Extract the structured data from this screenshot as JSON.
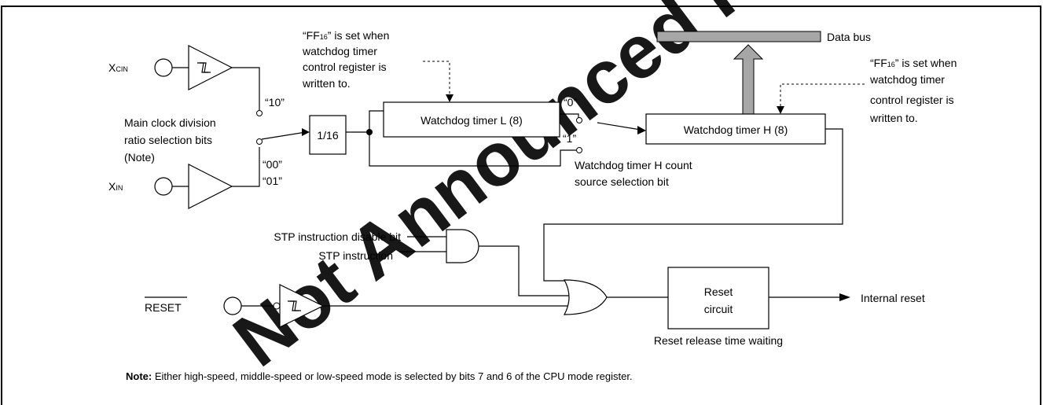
{
  "labels": {
    "xcin_main": "X",
    "xcin_sub": "CIN",
    "xin_main": "X",
    "xin_sub": "IN",
    "ff16_note_left": {
      "pre": "“FF",
      "sub": "16",
      "post": "” is set when",
      "line2": "watchdog timer",
      "line3": "control register is",
      "line4": "written to."
    },
    "ff16_note_right": {
      "pre": "“FF",
      "sub": "16",
      "post": "” is set when",
      "line2": "watchdog timer",
      "line3": "control register is",
      "line4": "written to."
    },
    "data_bus": "Data bus",
    "sel_10": "“10”",
    "sel_00": "“00”",
    "sel_01": "“01”",
    "sel_0": "“0”",
    "sel_1": "“1”",
    "main_clock_1": "Main clock division",
    "main_clock_2": "ratio selection bits",
    "main_clock_3": "(Note)",
    "divider": "1/16",
    "wdt_l": "Watchdog timer L (8)",
    "wdt_h": "Watchdog timer H (8)",
    "wdt_h_src_1": "Watchdog timer H count",
    "wdt_h_src_2": "source selection bit",
    "stp_disable": "STP instruction disable bit",
    "stp_instr": "STP instruction",
    "reset_pin": "RESET",
    "reset_circuit_1": "Reset",
    "reset_circuit_2": "circuit",
    "internal_reset": "Internal reset",
    "reset_wait": "Reset release time waiting",
    "note_bold": "Note:",
    "note_text": " Either high-speed, middle-speed or low-speed mode is selected by bits 7 and 6 of the CPU mode register.",
    "watermark": "Not Announced Product"
  },
  "colors": {
    "watermark": "#e8323c",
    "bus": "#a6a6a6"
  }
}
